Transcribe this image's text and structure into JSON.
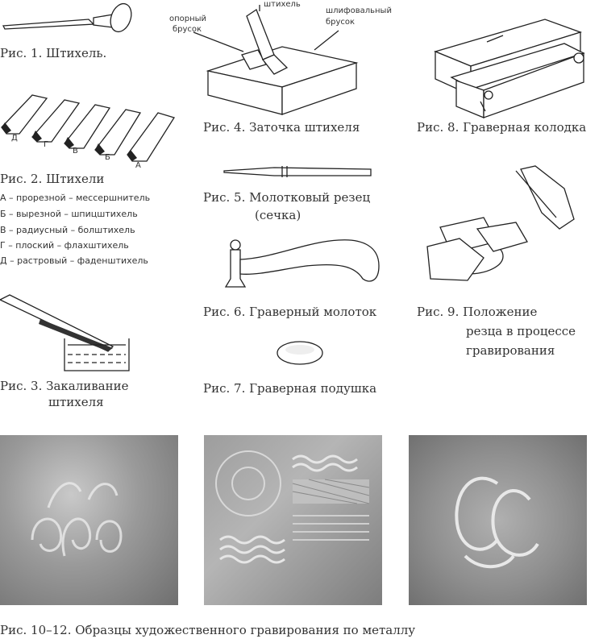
{
  "figures": {
    "fig1": "Рис. 1. Штихель.",
    "fig2_title": "Рис. 2. Штихели",
    "fig2_legend": [
      "А – прорезной – мессершнитель",
      "Б – вырезной – шпицштихель",
      "В – радиусный – болштихель",
      "Г – плоский – флахштихель",
      "Д – растровый – фаденштихель"
    ],
    "fig2_letters": {
      "d": "Д",
      "g": "Г",
      "v": "В",
      "b": "Б",
      "a": "А"
    },
    "fig3_line1": "Рис. 3. Закаливание",
    "fig3_line2": "штихеля",
    "fig4": "Рис. 4. Заточка штихеля",
    "fig4_labels": {
      "support_line1": "опорный",
      "support_line2": "брусок",
      "tool": "штихель",
      "grind_line1": "шлифовальный",
      "grind_line2": "брусок"
    },
    "fig5_line1": "Рис. 5. Молотковый резец",
    "fig5_line2": "(сечка)",
    "fig6": "Рис. 6. Граверный молоток",
    "fig7": "Рис. 7. Граверная подушка",
    "fig8": "Рис. 8. Граверная колодка",
    "fig9_line1": "Рис. 9. Положение",
    "fig9_line2": "резца в процессе",
    "fig9_line3": "гравирования",
    "fig10_12": "Рис. 10–12. Образцы художественного гравирования по металлу"
  }
}
